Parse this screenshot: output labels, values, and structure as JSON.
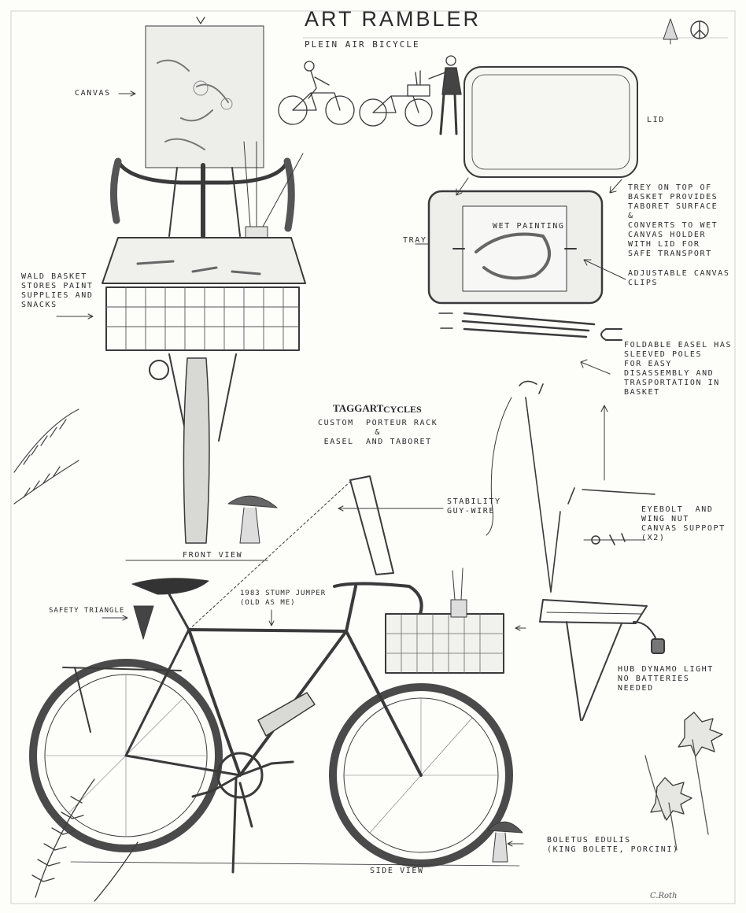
{
  "title": "ART RAMBLER",
  "subtitle": "PLEIN AIR BICYCLE",
  "icons": [
    "pine-tree-icon",
    "peace-sign-icon"
  ],
  "labels": {
    "canvas": "CANVAS",
    "lid": "LID",
    "tray": "TRAY",
    "wet_painting": "WET PAINTING",
    "trey_note": "TREY ON TOP OF\nBASKET PROVIDES\nTABORET SURFACE\n&\nCONVERTS TO WET\nCANVAS HOLDER\nWITH LID FOR\nSAFE TRANSPORT",
    "clips": "ADJUSTABLE CANVAS\nCLIPS",
    "wald": "WALD BASKET\nSTORES PAINT\nSUPPLIES AND\nSNACKS",
    "easel": "FOLDABLE EASEL HAS\nSLEEVED POLES\nFOR EASY\nDISASSEMBLY AND\nTRASPORTATION IN\nBASKET",
    "brand_a": "TAGGART",
    "brand_b": "CYCLES",
    "rack_desc": "CUSTOM  PORTEUR RACK\n&\nEASEL  AND TABORET",
    "stability": "STABILITY\nGUY-WIRE",
    "eyebolt": "EYEBOLT  AND\nWING NUT\nCANVAS SUPPOPT\n(X2)",
    "front_view": "FRONT VIEW",
    "safety": "SAFETY TRIANGLE",
    "stumpjumper": "1983 STUMP JUMPER\n(OLD AS ME)",
    "hub": "HUB DYNAMO LIGHT\nNO BATTERIES\nNEEDED",
    "boletus": "BOLETUS EDULIS\n(KING BOLETE, PORCINI)",
    "side_view": "SIDE VIEW",
    "signature": "C.Roth"
  }
}
